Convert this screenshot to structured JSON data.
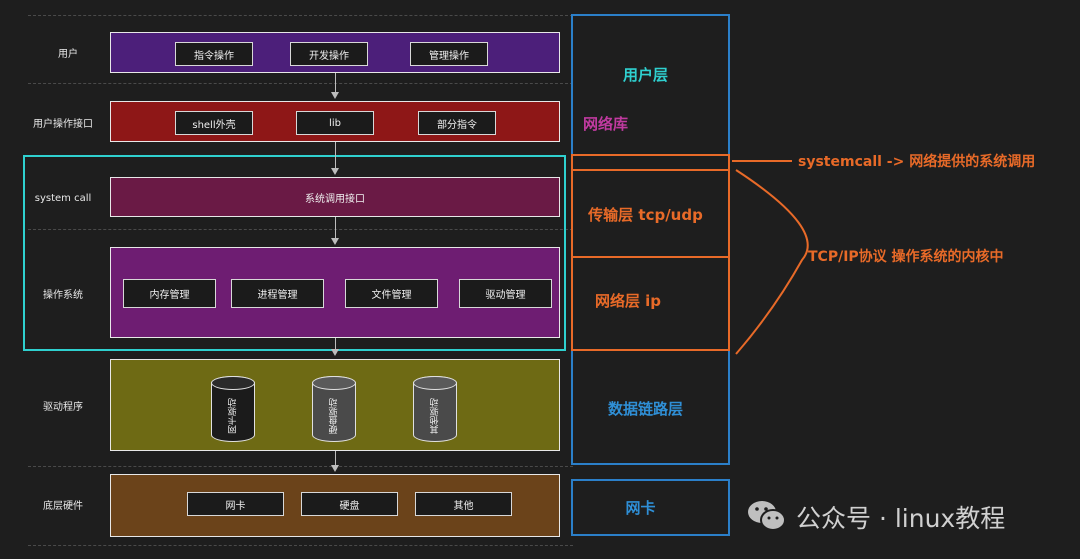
{
  "rows": [
    {
      "label": "用户"
    },
    {
      "label": "用户操作接口"
    },
    {
      "label": "system call"
    },
    {
      "label": "操作系统"
    },
    {
      "label": "驱动程序"
    },
    {
      "label": "底层硬件"
    }
  ],
  "user_layer": {
    "items": [
      "指令操作",
      "开发操作",
      "管理操作"
    ]
  },
  "api_layer": {
    "items": [
      "shell外壳",
      "lib",
      "部分指令"
    ]
  },
  "syscall_layer": {
    "title": "系统调用接口"
  },
  "os_layer": {
    "items": [
      "内存管理",
      "进程管理",
      "文件管理",
      "驱动管理"
    ]
  },
  "driver_layer": {
    "items": [
      "网卡驱动",
      "硬盘驱动",
      "其他驱动"
    ]
  },
  "hw_layer": {
    "items": [
      "网卡",
      "硬盘",
      "其他"
    ]
  },
  "network_stack": {
    "user_label": "用户层",
    "netlib_label": "网络库",
    "transport_label": "传输层  tcp/udp",
    "network_label": "网络层  ip",
    "datalink_label": "数据链路层",
    "nic_label": "网卡"
  },
  "annotations": {
    "systemcall_note": "systemcall -> 网络提供的系统调用",
    "kernel_note": "TCP/IP协议  操作系统的内核中"
  },
  "watermark": {
    "text": "公众号 · linux教程"
  },
  "colors": {
    "user": "#4c1f7a",
    "api": "#8e1717",
    "syscall": "#6a1a45",
    "os": "#6e1d72",
    "driver": "#6e6a14",
    "hw": "#6b431a",
    "osi_border": "#2b7fc9",
    "osi_text_blue": "#2f8fd6",
    "netlib_text": "#c03aa0",
    "orange": "#e86a28",
    "cyan": "#2fd0cf"
  }
}
